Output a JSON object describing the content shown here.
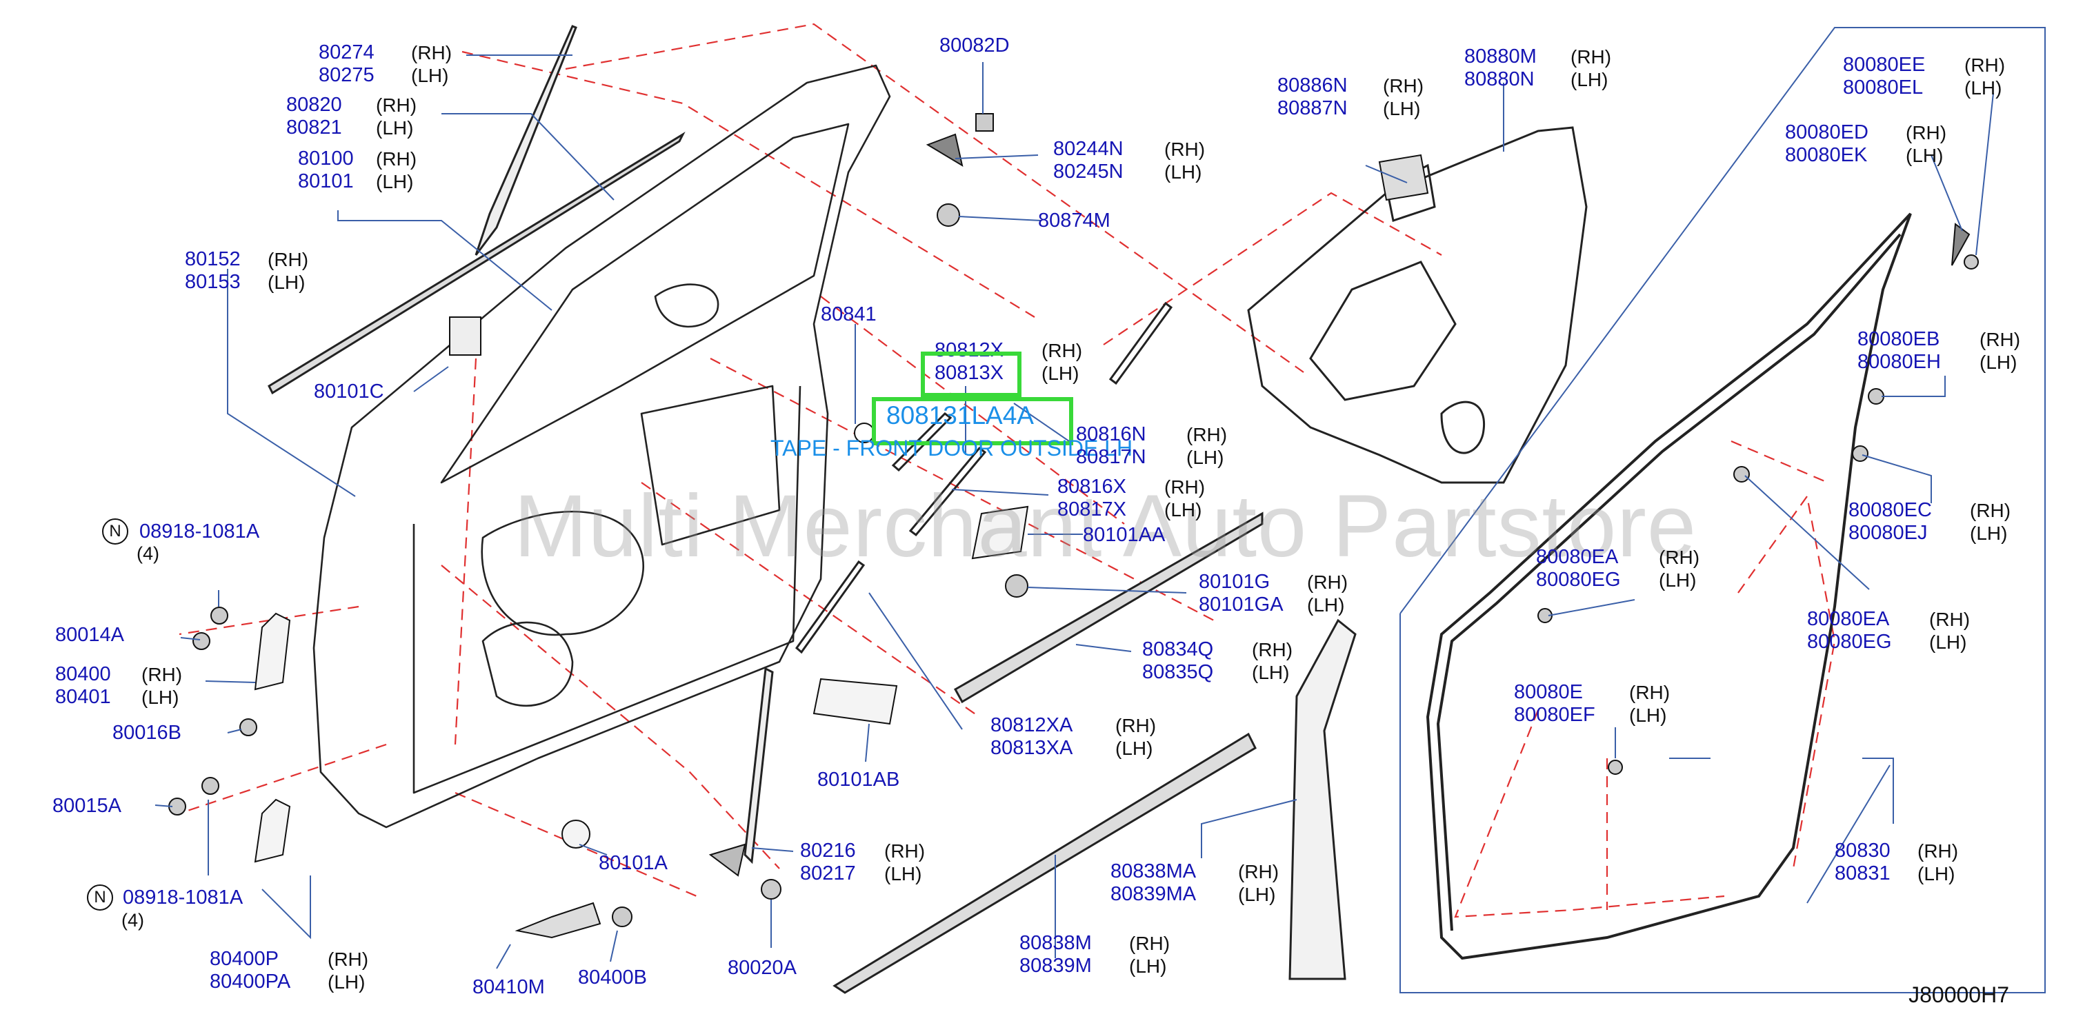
{
  "diagram_code": "J80000H7",
  "watermark": "Multi Merchant Auto Partstore",
  "highlight": {
    "part": "808131LA4A",
    "description": "TAPE - FRONT DOOR OUTSIDE LH",
    "boxed_label": "80813X"
  },
  "colors": {
    "label": "#1515b4",
    "leader": "#3a5fa8",
    "dashed": "#e03030",
    "highlight": "#39d939",
    "tape_text": "#1a8fe8"
  },
  "labels": [
    {
      "id": "80274",
      "lines": [
        "80274",
        "80275"
      ],
      "sides": [
        "(RH)",
        "(LH)"
      ]
    },
    {
      "id": "80820",
      "lines": [
        "80820",
        "80821"
      ],
      "sides": [
        "(RH)",
        "(LH)"
      ]
    },
    {
      "id": "80100",
      "lines": [
        "80100",
        "80101"
      ],
      "sides": [
        "(RH)",
        "(LH)"
      ]
    },
    {
      "id": "80152",
      "lines": [
        "80152",
        "80153"
      ],
      "sides": [
        "(RH)",
        "(LH)"
      ]
    },
    {
      "id": "80101C",
      "lines": [
        "80101C"
      ],
      "sides": []
    },
    {
      "id": "08918-top",
      "lines": [
        "08918-1081A"
      ],
      "sides": []
    },
    {
      "id": "80014A",
      "lines": [
        "80014A"
      ],
      "sides": []
    },
    {
      "id": "80400",
      "lines": [
        "80400",
        "80401"
      ],
      "sides": [
        "(RH)",
        "(LH)"
      ]
    },
    {
      "id": "80016B",
      "lines": [
        "80016B"
      ],
      "sides": []
    },
    {
      "id": "80015A",
      "lines": [
        "80015A"
      ],
      "sides": []
    },
    {
      "id": "08918-bot",
      "lines": [
        "08918-1081A"
      ],
      "sides": []
    },
    {
      "id": "80400P",
      "lines": [
        "80400P",
        "80400PA"
      ],
      "sides": [
        "(RH)",
        "(LH)"
      ]
    },
    {
      "id": "80410M",
      "lines": [
        "80410M"
      ],
      "sides": []
    },
    {
      "id": "80400B",
      "lines": [
        "80400B"
      ],
      "sides": []
    },
    {
      "id": "80020A",
      "lines": [
        "80020A"
      ],
      "sides": []
    },
    {
      "id": "80101A",
      "lines": [
        "80101A"
      ],
      "sides": []
    },
    {
      "id": "80216",
      "lines": [
        "80216",
        "80217"
      ],
      "sides": [
        "(RH)",
        "(LH)"
      ]
    },
    {
      "id": "80101AB",
      "lines": [
        "80101AB"
      ],
      "sides": []
    },
    {
      "id": "80082D",
      "lines": [
        "80082D"
      ],
      "sides": []
    },
    {
      "id": "80244N",
      "lines": [
        "80244N",
        "80245N"
      ],
      "sides": [
        "(RH)",
        "(LH)"
      ]
    },
    {
      "id": "80874M",
      "lines": [
        "80874M"
      ],
      "sides": []
    },
    {
      "id": "80841",
      "lines": [
        "80841"
      ],
      "sides": []
    },
    {
      "id": "80812X",
      "lines": [
        "80812X",
        "80813X"
      ],
      "sides": [
        "(RH)",
        "(LH)"
      ]
    },
    {
      "id": "80816N",
      "lines": [
        "80816N",
        "80817N"
      ],
      "sides": [
        "(RH)",
        "(LH)"
      ]
    },
    {
      "id": "80816X",
      "lines": [
        "80816X",
        "80817X"
      ],
      "sides": [
        "(RH)",
        "(LH)"
      ]
    },
    {
      "id": "80101AA",
      "lines": [
        "80101AA"
      ],
      "sides": []
    },
    {
      "id": "80101G",
      "lines": [
        "80101G",
        "80101GA"
      ],
      "sides": [
        "(RH)",
        "(LH)"
      ]
    },
    {
      "id": "80834Q",
      "lines": [
        "80834Q",
        "80835Q"
      ],
      "sides": [
        "(RH)",
        "(LH)"
      ]
    },
    {
      "id": "80812XA",
      "lines": [
        "80812XA",
        "80813XA"
      ],
      "sides": [
        "(RH)",
        "(LH)"
      ]
    },
    {
      "id": "80838MA",
      "lines": [
        "80838MA",
        "80839MA"
      ],
      "sides": [
        "(RH)",
        "(LH)"
      ]
    },
    {
      "id": "80838M",
      "lines": [
        "80838M",
        "80839M"
      ],
      "sides": [
        "(RH)",
        "(LH)"
      ]
    },
    {
      "id": "80886N",
      "lines": [
        "80886N",
        "80887N"
      ],
      "sides": [
        "(RH)",
        "(LH)"
      ]
    },
    {
      "id": "80880M",
      "lines": [
        "80880M",
        "80880N"
      ],
      "sides": [
        "(RH)",
        "(LH)"
      ]
    },
    {
      "id": "80080EE",
      "lines": [
        "80080EE",
        "80080EL"
      ],
      "sides": [
        "(RH)",
        "(LH)"
      ]
    },
    {
      "id": "80080ED",
      "lines": [
        "80080ED",
        "80080EK"
      ],
      "sides": [
        "(RH)",
        "(LH)"
      ]
    },
    {
      "id": "80080EB",
      "lines": [
        "80080EB",
        "80080EH"
      ],
      "sides": [
        "(RH)",
        "(LH)"
      ]
    },
    {
      "id": "80080EC",
      "lines": [
        "80080EC",
        "80080EJ"
      ],
      "sides": [
        "(RH)",
        "(LH)"
      ]
    },
    {
      "id": "80080EA-1",
      "lines": [
        "80080EA",
        "80080EG"
      ],
      "sides": [
        "(RH)",
        "(LH)"
      ]
    },
    {
      "id": "80080EA-2",
      "lines": [
        "80080EA",
        "80080EG"
      ],
      "sides": [
        "(RH)",
        "(LH)"
      ]
    },
    {
      "id": "80080E",
      "lines": [
        "80080E",
        "80080EF"
      ],
      "sides": [
        "(RH)",
        "(LH)"
      ]
    },
    {
      "id": "80830",
      "lines": [
        "80830",
        "80831"
      ],
      "sides": [
        "(RH)",
        "(LH)"
      ]
    }
  ],
  "notes": [
    {
      "id": "n1",
      "circle": "N",
      "count": "(4)"
    },
    {
      "id": "n2",
      "circle": "N",
      "count": "(4)"
    }
  ]
}
